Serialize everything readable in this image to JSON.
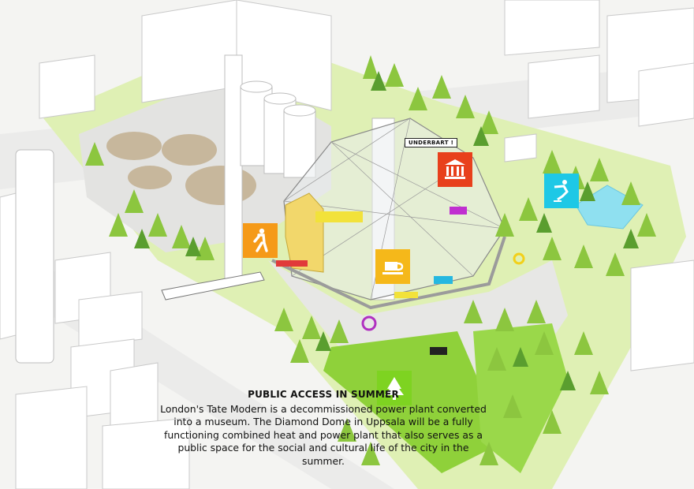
{
  "sign": {
    "label": "UNDERBART !"
  },
  "caption": {
    "title": "PUBLIC ACCESS IN SUMMER",
    "body": "London's Tate Modern is a decommissioned power plant converted into a museum. The Diamond Dome in Uppsala will be a fully functioning combined heat and power plant that also serves as a public space for the social and cultural life of the city in the summer."
  },
  "icons": [
    {
      "name": "museum-icon",
      "color": "#e8401c"
    },
    {
      "name": "ice-skating-icon",
      "color": "#1ec8e6"
    },
    {
      "name": "walking-person-icon",
      "color": "#f59a18"
    },
    {
      "name": "cafe-cup-icon",
      "color": "#f5b81a"
    },
    {
      "name": "tree-park-icon",
      "color": "#7ed321"
    }
  ],
  "colors": {
    "park": "#dff0b4",
    "lawn": "#8fd13a",
    "tree": "#8cc63f",
    "tree_dark": "#5a9e2f",
    "pond": "#8fe0f0",
    "sand": "#c7b79c",
    "building": "#ffffff",
    "road": "#e9e9e7"
  }
}
